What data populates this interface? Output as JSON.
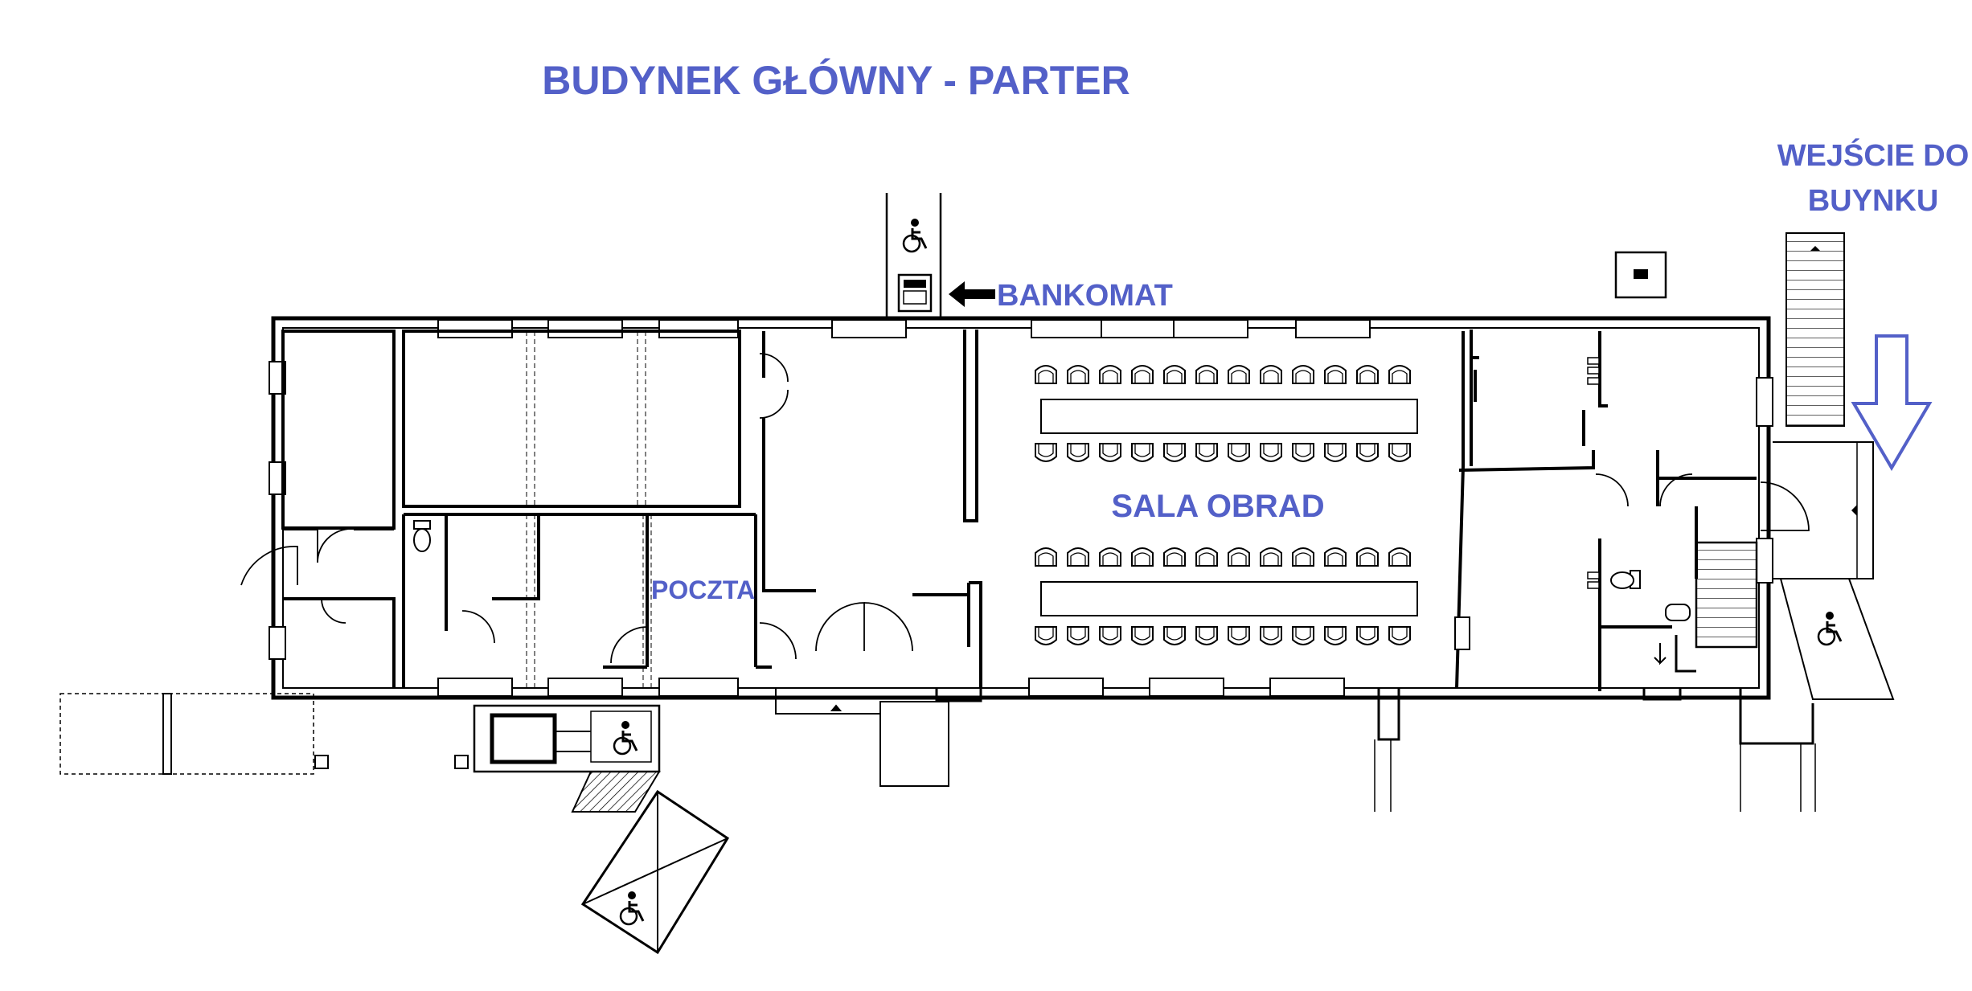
{
  "title": "BUDYNEK GŁÓWNY - PARTER",
  "entrance": {
    "line1": "WEJŚCIE DO",
    "line2": "BUYNKU"
  },
  "labels": {
    "atm": "BANKOMAT",
    "post": "POCZTA",
    "hall": "SALA OBRAD"
  },
  "icons": {
    "accessible": "wheelchair-icon",
    "atm": "atm-icon",
    "entrance_arrow": "down-arrow-icon",
    "atm_arrow": "left-arrow-icon"
  },
  "colors": {
    "label": "#5360c8",
    "lines": "#000000"
  }
}
